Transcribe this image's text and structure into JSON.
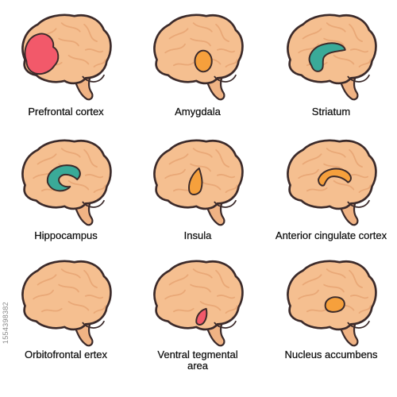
{
  "colors": {
    "brain_fill": "#f5bf90",
    "brain_shade": "#e9a877",
    "outline": "#3b2a2a",
    "stem_fill": "#f0b384"
  },
  "panels": [
    {
      "label": "Prefrontal cortex",
      "region": "prefrontal",
      "highlight_color": "#f2596a"
    },
    {
      "label": "Amygdala",
      "region": "amygdala",
      "highlight_color": "#f6a03c"
    },
    {
      "label": "Striatum",
      "region": "striatum",
      "highlight_color": "#3aaa98"
    },
    {
      "label": "Hippocampus",
      "region": "hippocampus",
      "highlight_color": "#3aaa98"
    },
    {
      "label": "Insula",
      "region": "insula",
      "highlight_color": "#f6a03c"
    },
    {
      "label": "Anterior cingulate cortex",
      "region": "cingulate",
      "highlight_color": "#f6a03c"
    },
    {
      "label": "Orbitofrontal ertex",
      "region": "orbitofrontal",
      "highlight_color": "#f5bf90"
    },
    {
      "label": "Ventral tegmental area",
      "region": "vta",
      "highlight_color": "#f2596a"
    },
    {
      "label": "Nucleus accumbens",
      "region": "accumbens",
      "highlight_color": "#f6a03c"
    }
  ],
  "watermark": "1554398382"
}
